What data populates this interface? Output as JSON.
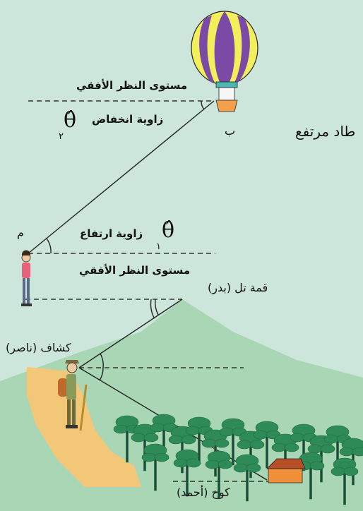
{
  "labels": {
    "horizontal_level_top": "مستوى النظر الأفقي",
    "depression_angle": "زاوية انخفاض",
    "point_b": "ب",
    "high_balloon": "طاد مرتفع",
    "point_a": "م",
    "elevation_angle": "زاوية ارتفاع",
    "horizontal_level_bottom": "مستوى النظر الأفقي",
    "hill_top": "قمة تل (بدر)",
    "scout": "كشاف (ناصر)",
    "hut": "كوخ (أحمد)"
  },
  "symbols": {
    "theta": "θ̂",
    "sub_2": "٢",
    "sub_1": "١"
  },
  "colors": {
    "background": "#cde6dc",
    "hill": "#a9d6b4",
    "sand": "#f2c878",
    "balloon_yellow": "#f3ef5a",
    "balloon_purple": "#7a4aa6",
    "tree": "#2e8b57",
    "hut": "#e07b39"
  }
}
